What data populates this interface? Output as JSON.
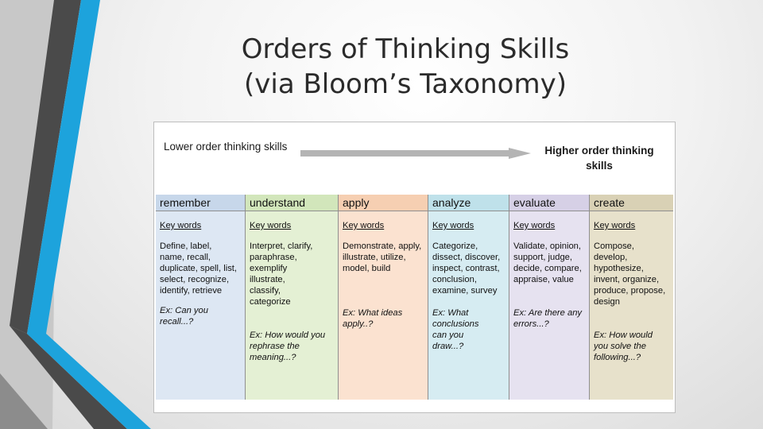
{
  "slide": {
    "title_line1": "Orders of Thinking Skills",
    "title_line2": "(via Bloom’s Taxonomy)"
  },
  "colors": {
    "deco_dark": "#4a4a4a",
    "deco_blue": "#1da3dc",
    "header_band": "#ffffff"
  },
  "table": {
    "lower_label": "Lower order thinking skills",
    "higher_label": "Higher order thinking skills",
    "columns": [
      {
        "heading": "remember",
        "header_color": "#c7d7ea",
        "body_color": "#dde7f3",
        "key_words_label": "Key words",
        "words": "Define, label, name, recall, duplicate, spell, list, select, recognize, identify, retrieve",
        "example": "Ex: Can you recall...?"
      },
      {
        "heading": "understand",
        "header_color": "#d2e6bb",
        "body_color": "#e4f0d4",
        "key_words_label": "Key words",
        "words": "Interpret, clarify, paraphrase, exemplify illustrate, classify, categorize",
        "example": "Ex: How would you rephrase the meaning...?"
      },
      {
        "heading": "apply",
        "header_color": "#f6cfb2",
        "body_color": "#fbe2d0",
        "key_words_label": "Key words",
        "words": "Demonstrate, apply, illustrate, utilize, model, build",
        "example": "Ex: What ideas apply..?"
      },
      {
        "heading": "analyze",
        "header_color": "#bfe1ea",
        "body_color": "#d6ecf2",
        "key_words_label": "Key words",
        "words": "Categorize, dissect, discover, inspect, contrast, conclusion, examine, survey",
        "example": "Ex: What conclusions can you draw...?"
      },
      {
        "heading": "evaluate",
        "header_color": "#d6d0e6",
        "body_color": "#e6e2f0",
        "key_words_label": "Key words",
        "words": "Validate, opinion, support, judge, decide, compare, appraise, value",
        "example": "Ex: Are there any errors...?"
      },
      {
        "heading": "create",
        "header_color": "#d9d1b5",
        "body_color": "#e7e1cb",
        "key_words_label": "Key words",
        "words": "Compose, develop, hypothesize, invent, organize, produce, propose, design",
        "example": "Ex: How would you solve the following...?"
      }
    ]
  }
}
